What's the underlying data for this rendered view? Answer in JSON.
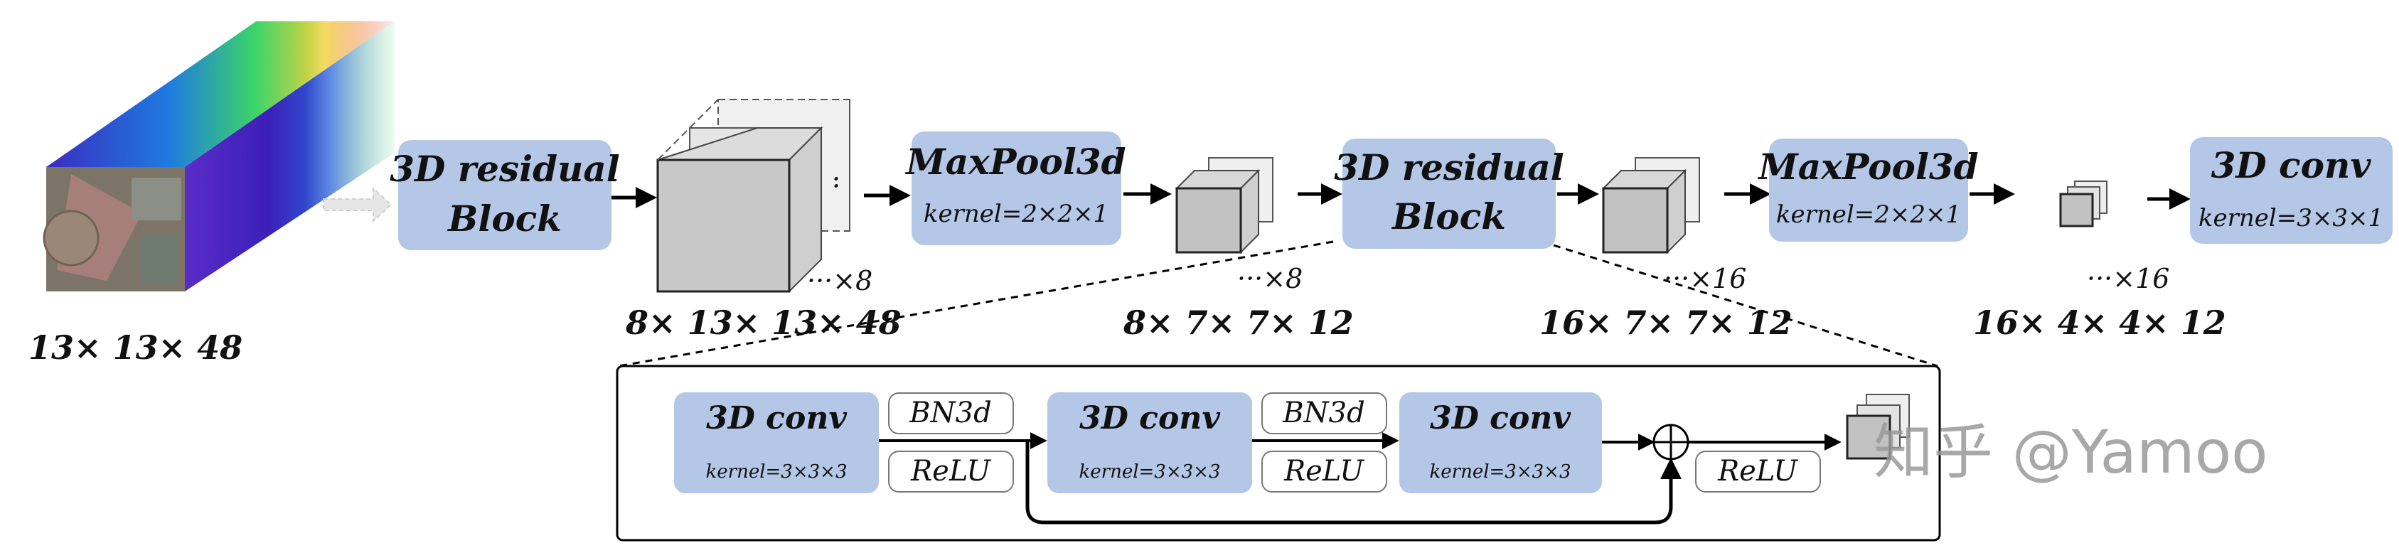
{
  "input": {
    "dims": "13× 13× 48"
  },
  "top_row": {
    "block1": {
      "title1": "3D residual",
      "title2": "Block"
    },
    "pool1": {
      "title": "MaxPool3d",
      "kernel": "kernel=2×2×1"
    },
    "block2": {
      "title1": "3D residual",
      "title2": "Block"
    },
    "pool2": {
      "title": "MaxPool3d",
      "kernel": "kernel=2×2×1"
    },
    "conv_out": {
      "title": "3D conv",
      "kernel": "kernel=3×3×1"
    }
  },
  "feature_maps": {
    "fm1": {
      "mult": "···×8",
      "dims": "8× 13× 13× 48"
    },
    "fm2": {
      "mult": "···×8",
      "dims": "8× 7× 7× 12"
    },
    "fm3": {
      "mult": "···×16",
      "dims": "16× 7× 7× 12"
    },
    "fm4": {
      "mult": "···×16",
      "dims": "16× 4× 4× 12"
    }
  },
  "detail": {
    "conv1": {
      "title": "3D conv",
      "kernel": "kernel=3×3×3"
    },
    "bn1": "BN3d",
    "relu1": "ReLU",
    "conv2": {
      "title": "3D conv",
      "kernel": "kernel=3×3×3"
    },
    "bn2": "BN3d",
    "relu2": "ReLU",
    "conv3": {
      "title": "3D conv",
      "kernel": "kernel=3×3×3"
    },
    "relu3": "ReLU"
  },
  "watermark": "知乎 @Yamoo",
  "colors": {
    "box_fill": "#b4c7e7",
    "cube_front": "#c8c8c8",
    "cube_back": "#e2e2e2",
    "line": "#000000"
  }
}
